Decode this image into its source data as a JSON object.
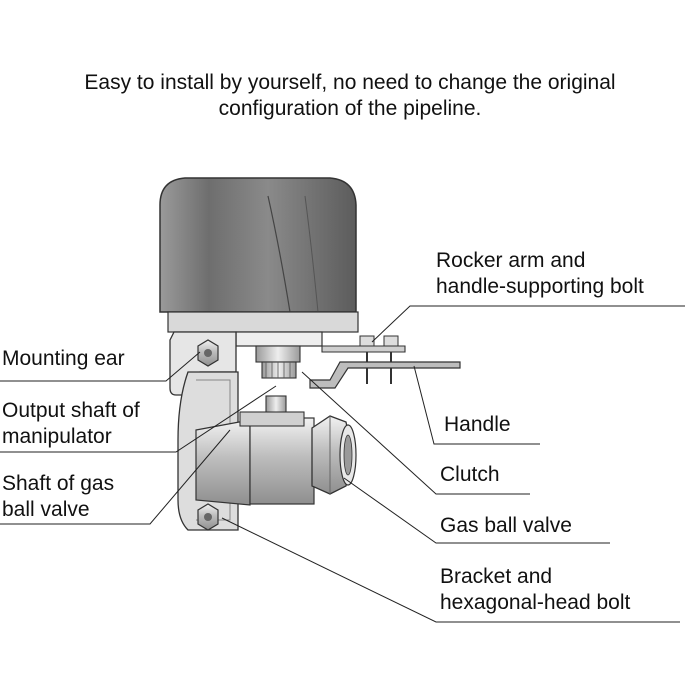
{
  "caption": {
    "line1": "Easy to install by yourself, no need to change the original",
    "line2": "configuration of the pipeline."
  },
  "labels": {
    "rocker_arm_line1": "Rocker arm and",
    "rocker_arm_line2": "handle-supporting bolt",
    "mounting_ear": "Mounting ear",
    "output_shaft_line1": "Output shaft of",
    "output_shaft_line2": "manipulator",
    "handle": "Handle",
    "shaft_gas_valve_line1": "Shaft of gas",
    "shaft_gas_valve_line2": "ball valve",
    "clutch": "Clutch",
    "gas_ball_valve": "Gas ball valve",
    "bracket_line1": "Bracket and",
    "bracket_line2": "hexagonal-head bolt"
  }
}
